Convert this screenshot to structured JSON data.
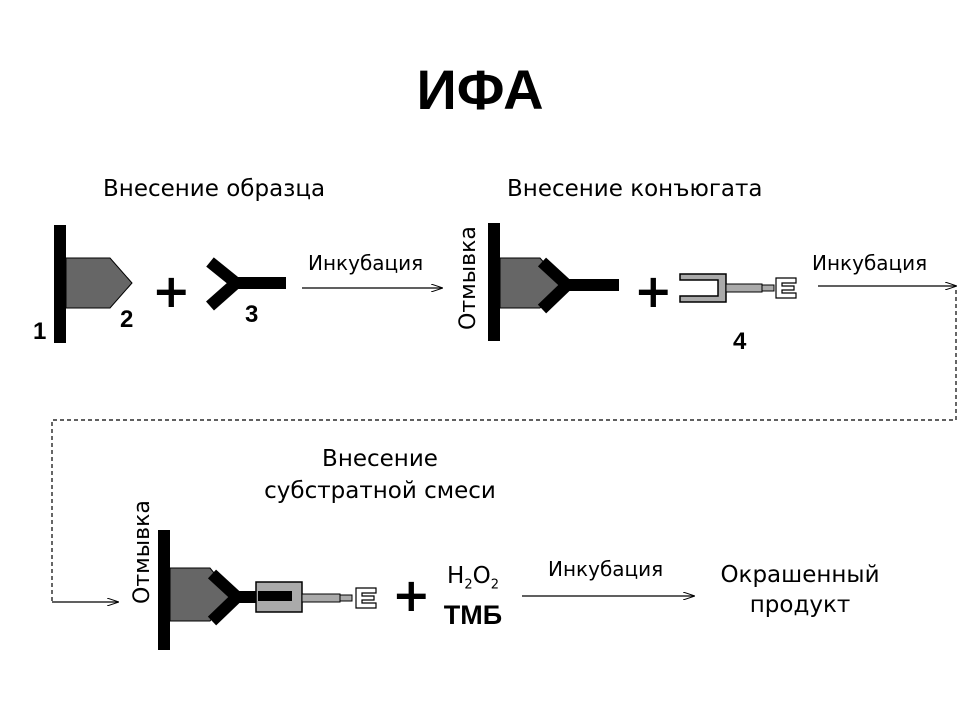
{
  "title": "ИФА",
  "steps": {
    "sample_addition": "Внесение образца",
    "conjugate_addition": "Внесение конъюгата",
    "substrate_addition_line1": "Внесение",
    "substrate_addition_line2": "субстратной смеси"
  },
  "incubation_label": "Инкубация",
  "wash_label": "Отмывка",
  "numbers": {
    "n1": "1",
    "n2": "2",
    "n3": "3",
    "n4": "4"
  },
  "plus_sign": "+",
  "substrate": {
    "h": "H",
    "h_sub": "2",
    "o": "O",
    "o_sub": "2",
    "tmb": "ТМБ"
  },
  "product_line1": "Окрашенный",
  "product_line2": "продукт",
  "colors": {
    "antigen": "#666666",
    "conjugate": "#aaaaaa",
    "line": "#000000"
  }
}
